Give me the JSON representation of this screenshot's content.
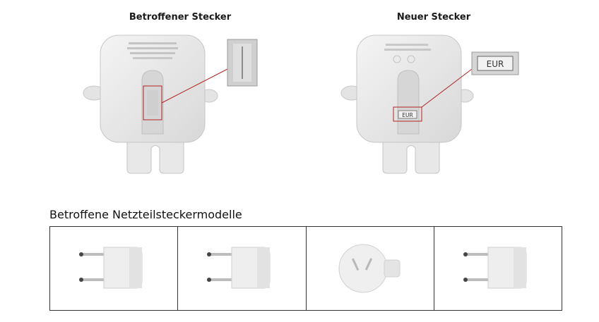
{
  "comparison": {
    "left_caption": "Betroffener Stecker",
    "right_caption": "Neuer Stecker",
    "right_callout_label": "EUR",
    "right_marked_label": "EUR"
  },
  "models_section": {
    "title": "Betroffene Netzteilsteckermodelle",
    "models": [
      {
        "type": "euro-plug"
      },
      {
        "type": "euro-plug"
      },
      {
        "type": "round-plug"
      },
      {
        "type": "euro-plug"
      }
    ]
  },
  "colors": {
    "plug_body": "#eeeeee",
    "highlight_red": "#b22222",
    "table_border": "#333333"
  }
}
